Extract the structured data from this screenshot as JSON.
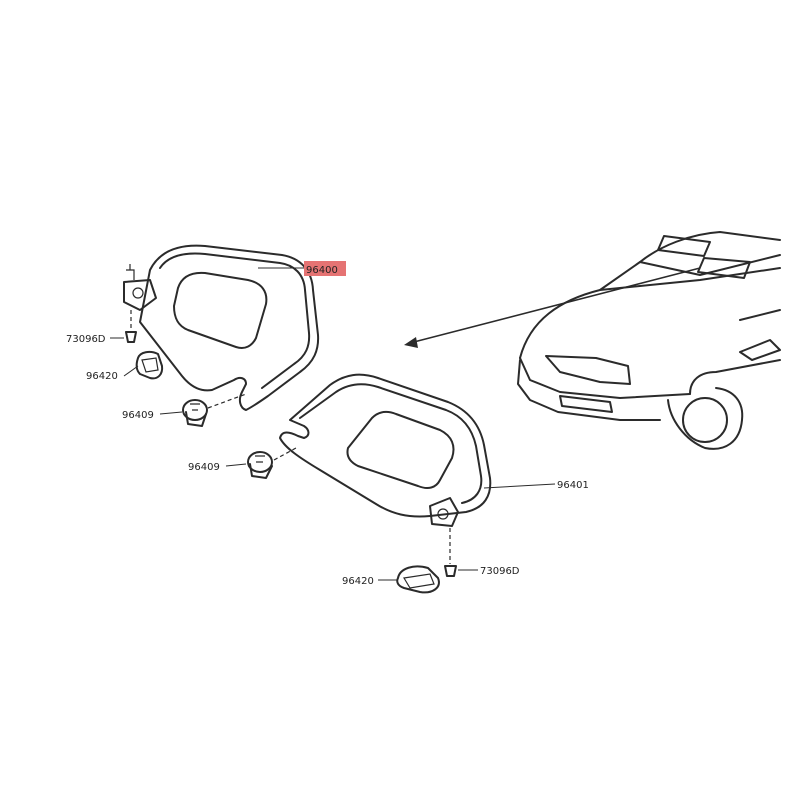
{
  "callouts": {
    "visor_left": "96400",
    "visor_right": "96401",
    "screw_upper": "73096D",
    "screw_lower": "73096D",
    "cover_upper": "96420",
    "cover_lower": "96420",
    "holder_upper": "96409",
    "holder_lower": "96409"
  },
  "highlight_color": "#e57373"
}
